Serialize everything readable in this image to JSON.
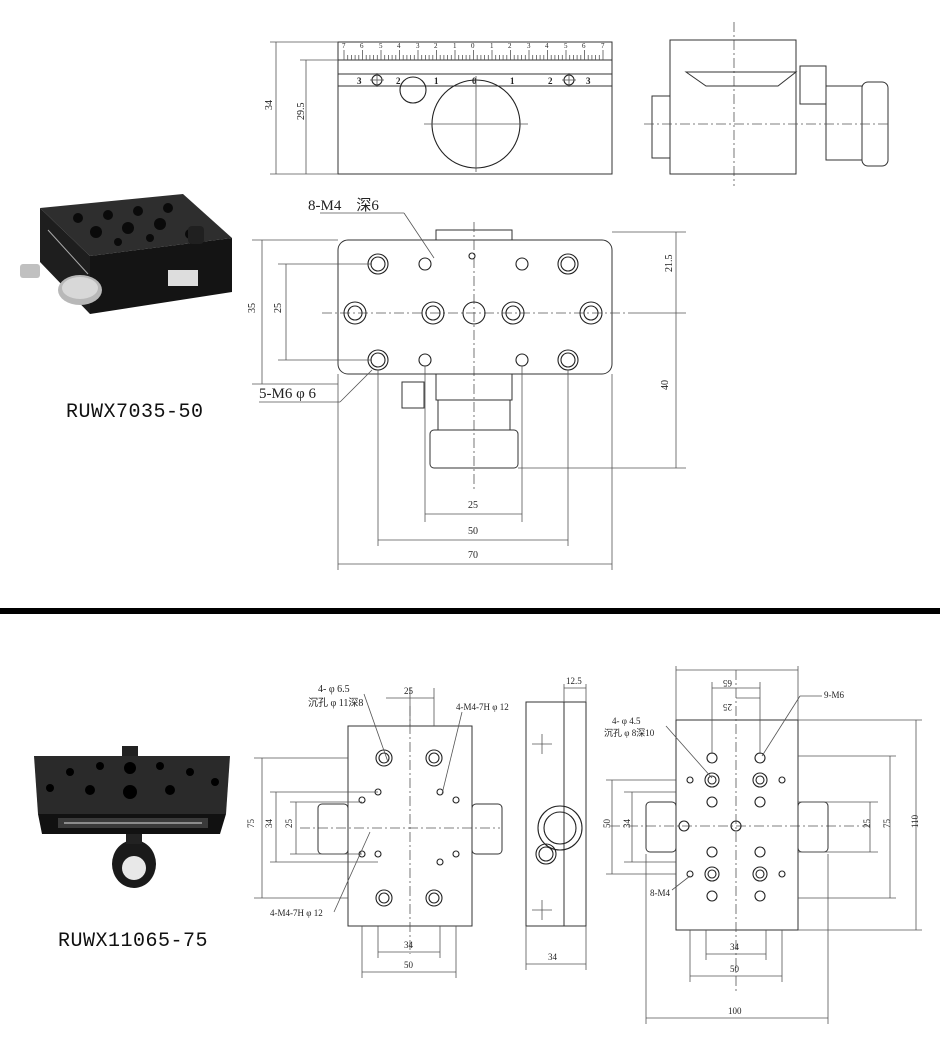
{
  "product_top": {
    "model": "RUWX7035-50",
    "scale_numbers": [
      "7",
      "6",
      "5",
      "4",
      "3",
      "2",
      "1",
      "0",
      "1",
      "2",
      "3",
      "4",
      "5",
      "6",
      "7"
    ],
    "vernier_numbers": [
      "3",
      "2",
      "1",
      "0",
      "1",
      "2",
      "3"
    ],
    "dims": {
      "height_total": "34",
      "height_scale": "29.5",
      "note_m4": "8-M4　深6",
      "note_m6": "5-M6 φ 6",
      "v35": "35",
      "v25": "25",
      "v21_5": "21.5",
      "v40": "40",
      "h25": "25",
      "h50": "50",
      "h70": "70"
    }
  },
  "product_bottom": {
    "model": "RUWX11065-75",
    "left_view": {
      "cb_note_1": "4- φ 6.5",
      "cb_note_2": "沉孔 φ 11深8",
      "m4_note_top": "4-M4-7H φ 12",
      "m4_note_bot": "4-M4-7H φ 12",
      "d25_top": "25",
      "d75": "75",
      "d34_v": "34",
      "d25_v": "25",
      "d34_h": "34",
      "d50_h": "50"
    },
    "side_view": {
      "d12_5": "12.5",
      "d34": "34"
    },
    "bottom_view": {
      "cb_note_1": "4- φ 4.5",
      "cb_note_2": "沉孔 φ 8深10",
      "m6_note": "9-M6",
      "m4_note": "8-M4",
      "d65": "65",
      "d25": "25",
      "d50": "50",
      "d34_v": "34",
      "d25_v": "25",
      "d75": "75",
      "d110": "110",
      "d34_h": "34",
      "d50_h": "50",
      "d100": "100"
    }
  }
}
